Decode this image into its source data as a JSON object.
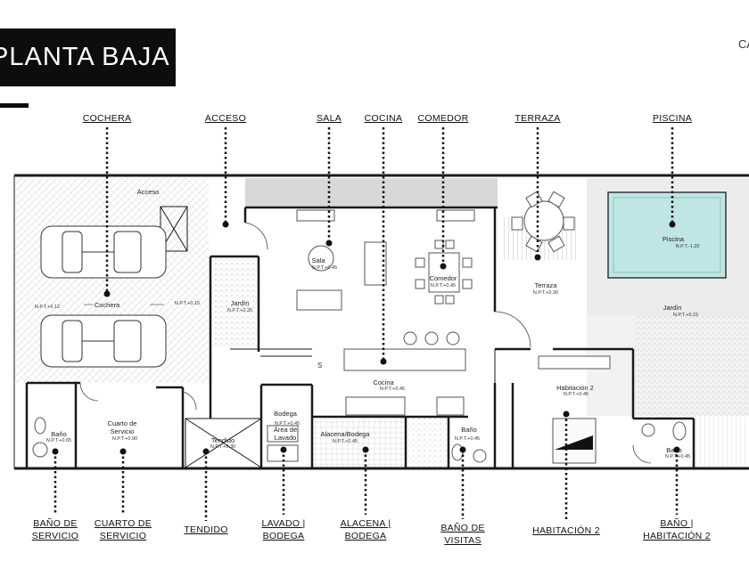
{
  "title": "PLANTA BAJA",
  "corner_text": "CA",
  "top_callouts": [
    {
      "name": "cochera",
      "label": "COCHERA"
    },
    {
      "name": "acceso",
      "label": "ACCESO"
    },
    {
      "name": "sala",
      "label": "SALA"
    },
    {
      "name": "cocina",
      "label": "COCINA"
    },
    {
      "name": "comedor",
      "label": "COMEDOR"
    },
    {
      "name": "terraza",
      "label": "TERRAZA"
    },
    {
      "name": "piscina",
      "label": "PISCINA"
    }
  ],
  "bottom_callouts": [
    {
      "name": "bano-servicio",
      "line1": "BAÑO DE",
      "line2": "SERVICIO"
    },
    {
      "name": "cuarto-servicio",
      "line1": "CUARTO DE",
      "line2": "SERVICIO"
    },
    {
      "name": "tendido",
      "line1": "TENDIDO",
      "line2": ""
    },
    {
      "name": "lavado-bodega",
      "line1": "LAVADO |",
      "line2": "BODEGA"
    },
    {
      "name": "alacena-bodega",
      "line1": "ALACENA |",
      "line2": "BODEGA"
    },
    {
      "name": "bano-visitas",
      "line1": "BAÑO DE",
      "line2": "VISITAS"
    },
    {
      "name": "habitacion-2",
      "line1": "HABITACIÓN 2",
      "line2": ""
    },
    {
      "name": "bano-habitacion-2",
      "line1": "BAÑO |",
      "line2": "HABITACIÓN 2"
    }
  ],
  "plan": {
    "acceso": "Acceso",
    "cochera": {
      "name": "Cochera",
      "level_left": "N.P.T.+0.12",
      "level_right": "N.P.T.+0.15"
    },
    "jardin_1": {
      "name": "Jardín",
      "level": "N.P.T.+0.30"
    },
    "sala": {
      "name": "Sala",
      "level": "N.P.T.+0.45"
    },
    "comedor": {
      "name": "Comedor",
      "level": "N.P.T.+0.45"
    },
    "terraza": {
      "name": "Terraza",
      "level": "N.P.T.+0.30"
    },
    "piscina": {
      "name": "Piscina",
      "level": "N.P.T.-1.20"
    },
    "jardin_2": {
      "name": "Jardín",
      "level": "N.P.T.+0.15"
    },
    "cocina": {
      "name": "Cocina",
      "level": "N.P.T.+0.45"
    },
    "bano_servicio": {
      "name": "Baño",
      "level": "N.P.T.+0.65"
    },
    "cuarto_servicio": {
      "name_1": "Cuarto de",
      "name_2": "Servicio",
      "level": "N.P.T.+0.90"
    },
    "tendido": {
      "name": "Tendido",
      "level": "N.P.T.+0.30"
    },
    "bodega": {
      "name": "Bodega",
      "level": "N.P.T.+0.45"
    },
    "area_lavado": {
      "name_1": "Área de",
      "name_2": "Lavado"
    },
    "alacena": {
      "name": "Alacena/Bodega",
      "level": "N.P.T.+0.45"
    },
    "bano_visitas": {
      "name": "Baño",
      "level": "N.P.T.+0.45"
    },
    "habitacion_2": {
      "name": "Habitación 2",
      "level": "N.P.T.+0.45"
    },
    "bano_hab": {
      "name": "Baño",
      "level": "N.P.T.+0.45"
    },
    "stair_mark": "S"
  },
  "colors": {
    "title_bg": "#0d0d0d",
    "wall": "#1a1a1a",
    "pool": "#bfe6e4",
    "terrace_strip": "#d8d8d8"
  }
}
